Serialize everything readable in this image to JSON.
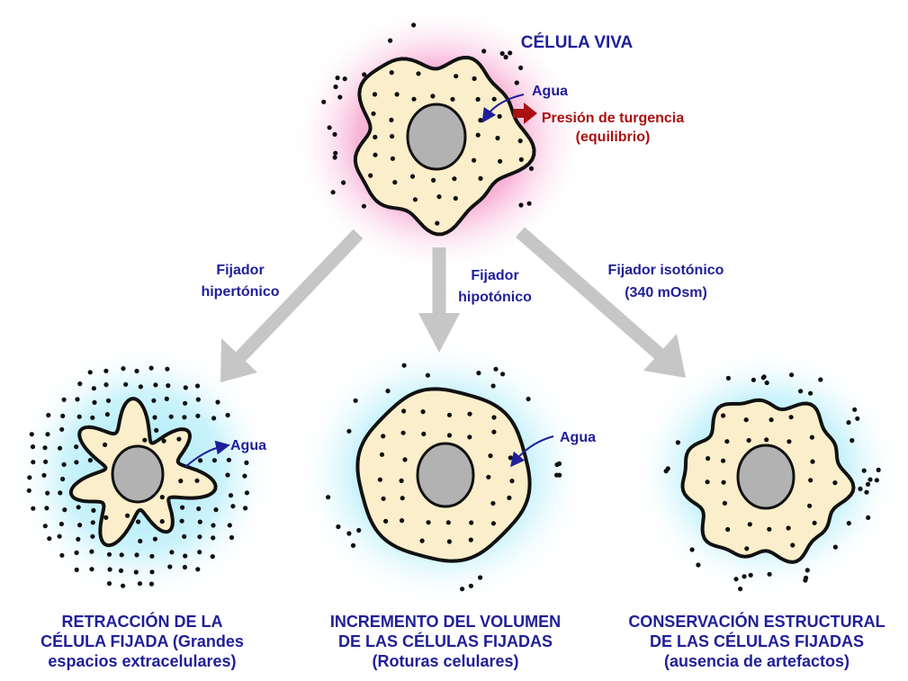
{
  "colors": {
    "cell_fill": "#fbeeca",
    "nucleus": "#b2b2b2",
    "outline": "#111111",
    "blue_text": "#1f1f99",
    "red_text": "#aa1111",
    "glow_pink": "#f48fc0",
    "glow_cyan": "#9fe8f7",
    "arrow_gray": "#c6c6c6"
  },
  "live_cell": {
    "title": "CÉLULA VIVA",
    "water_label": "Agua",
    "pressure_line1": "Presión de turgencia",
    "pressure_line2": "(equilibrio)"
  },
  "fixatives": {
    "hypertonic": {
      "line1": "Fijador",
      "line2": "hipertónico"
    },
    "hypotonic": {
      "line1": "Fijador",
      "line2": "hipotónico"
    },
    "isotonic": {
      "line1": "Fijador isotónico",
      "line2": "(340 mOsm)"
    }
  },
  "results": {
    "shrunk": {
      "water_label": "Agua",
      "line1": "RETRACCIÓN DE LA",
      "line2": "CÉLULA FIJADA (Grandes",
      "line3": "espacios extracelulares)"
    },
    "swollen": {
      "water_label": "Agua",
      "line1": "INCREMENTO DEL VOLUMEN",
      "line2": "DE LAS CÉLULAS FIJADAS",
      "line3": "(Roturas celulares)"
    },
    "preserved": {
      "line1": "CONSERVACIÓN ESTRUCTURAL",
      "line2": "DE LAS CÉLULAS FIJADAS",
      "line3": "(ausencia de artefactos)"
    }
  }
}
